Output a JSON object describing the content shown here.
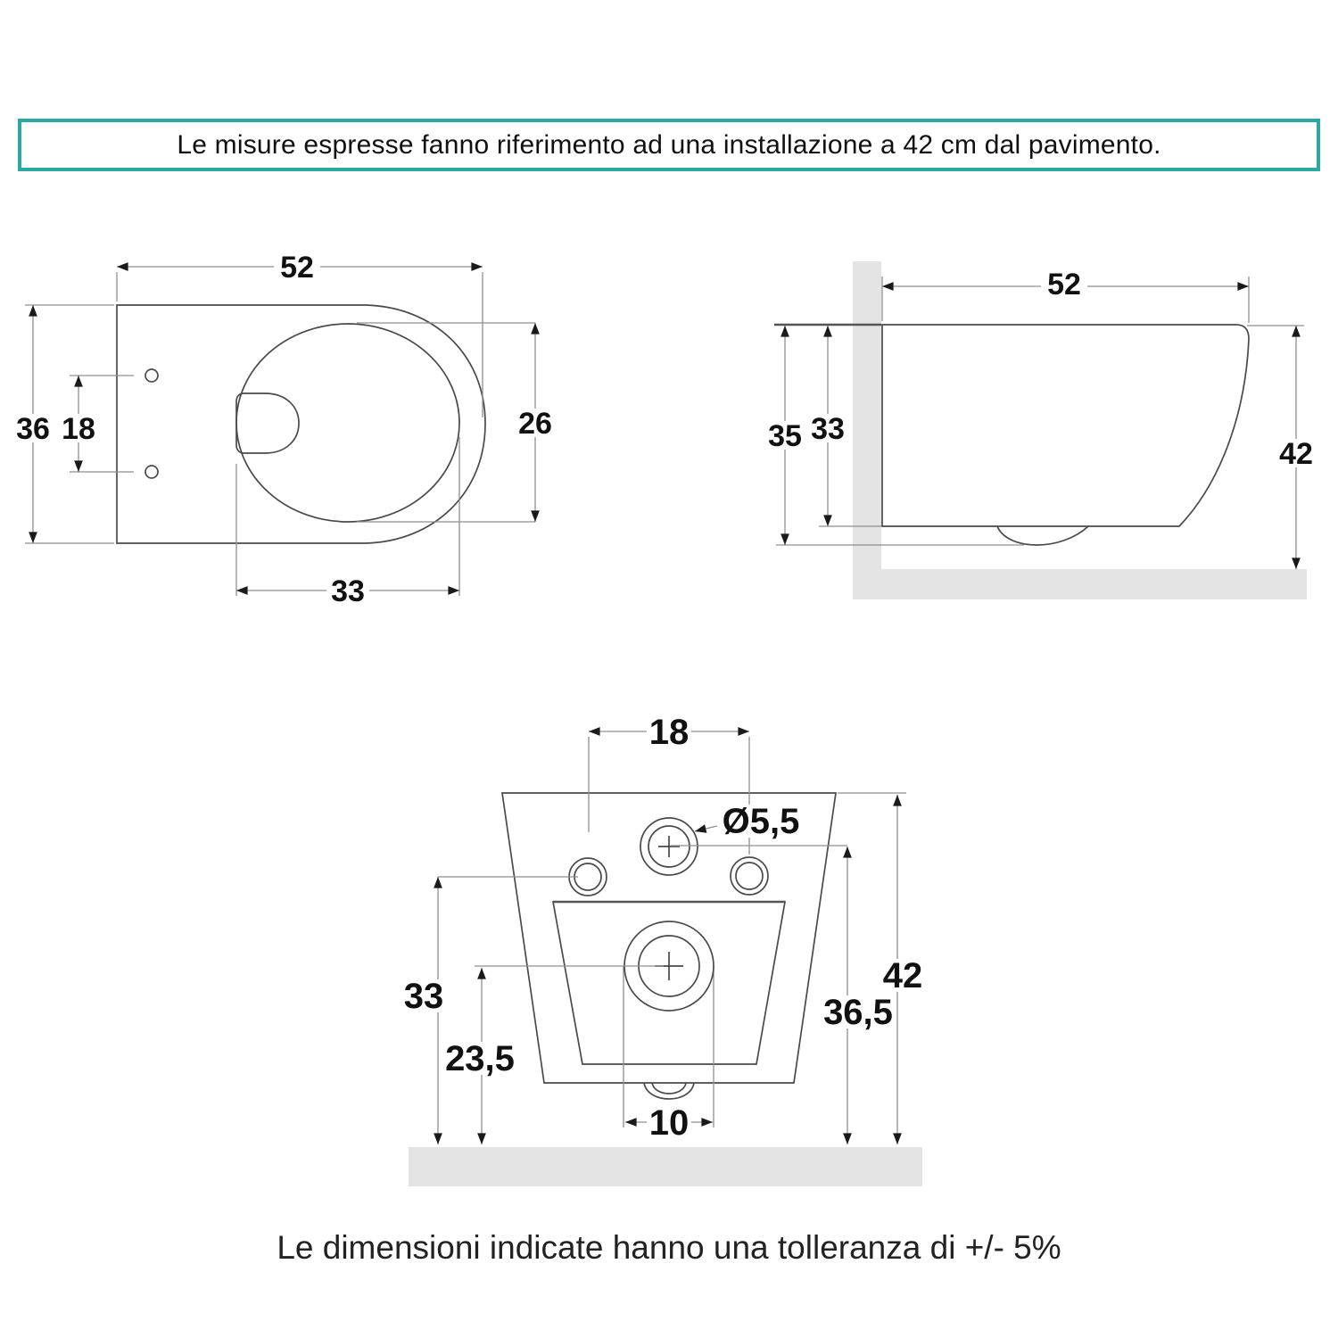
{
  "banner": {
    "text": "Le misure espresse fanno riferimento ad una installazione a 42 cm dal pavimento."
  },
  "caption": {
    "text": "Le dimensioni indicate hanno una tolleranza di +/- 5%"
  },
  "colors": {
    "accent_teal": "#2ba8a1",
    "outline_gray": "#4a4a4a",
    "dimension_gray": "#8f8f8f",
    "surface_gray": "#e4e4e4",
    "text_black": "#111111"
  },
  "plan_view": {
    "dim_total_width": "52",
    "dim_total_depth": "36",
    "dim_hole_spacing": "18",
    "dim_bowl_depth": "26",
    "dim_bowl_width": "33"
  },
  "side_view": {
    "dim_total_depth": "52",
    "dim_height_with_trap": "35",
    "dim_body_height": "33",
    "dim_install_height": "42"
  },
  "rear_view": {
    "dim_fixing_spacing": "18",
    "dim_fixing_diameter": "Ø5,5",
    "dim_fixing_height": "33",
    "dim_drain_height": "23,5",
    "dim_drain_width": "10",
    "dim_inlet_height": "36,5",
    "dim_top_height": "42"
  }
}
